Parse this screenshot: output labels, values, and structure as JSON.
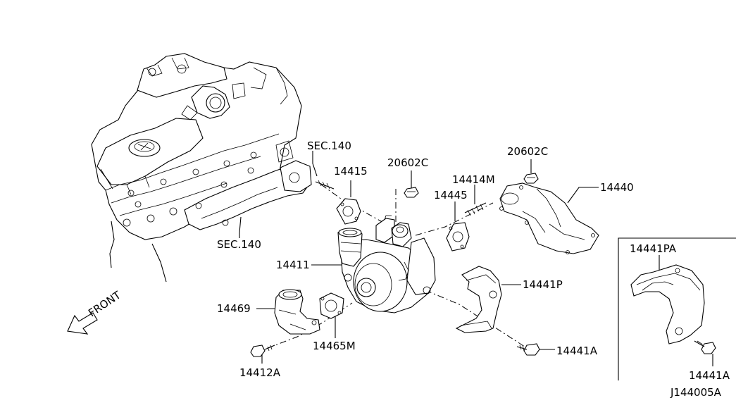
{
  "labels": {
    "sec140_top": "SEC.140",
    "sec140_bottom": "SEC.140",
    "p14415": "14415",
    "p20602c_a": "20602C",
    "p20602c_b": "20602C",
    "p14414m": "14414M",
    "p14445": "14445",
    "p14440": "14440",
    "p14411": "14411",
    "p14441p": "14441P",
    "p14441pa": "14441PA",
    "p14469": "14469",
    "p14465m": "14465M",
    "p14412a": "14412A",
    "p14441a_a": "14441A",
    "p14441a_b": "14441A",
    "front": "FRONT",
    "diagram_code": "J144005A"
  }
}
